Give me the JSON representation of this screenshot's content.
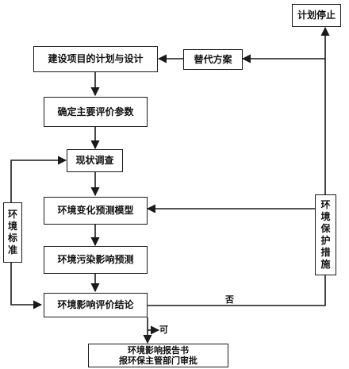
{
  "nodes": {
    "plan_stop": "计划停止",
    "project_plan": "建设项目的计划与设计",
    "alternative": "替代方案",
    "key_params": "确定主要评价参数",
    "survey": "现状调查",
    "env_standard": [
      "环",
      "境",
      "标",
      "准"
    ],
    "change_model": "环境变化预测模型",
    "env_protection": [
      "环",
      "境",
      "保",
      "护",
      "措",
      "施"
    ],
    "pollution_forecast": "环境污染影响预测",
    "conclusion": "环境影响评价结论",
    "report_line1": "环境影响报告书",
    "report_line2": "报环保主管部门审批"
  },
  "edge_labels": {
    "no": "否",
    "yes": "可"
  }
}
